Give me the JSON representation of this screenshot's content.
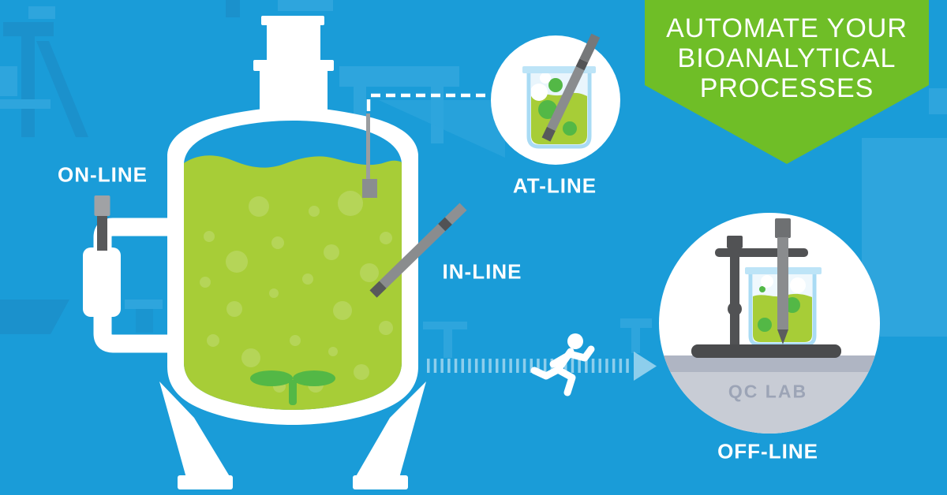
{
  "banner": {
    "lines": [
      "AUTOMATE YOUR",
      "BIOANALYTICAL",
      "PROCESSES"
    ]
  },
  "labels": {
    "online": "ON-LINE",
    "inline": "IN-LINE",
    "atline": "AT-LINE",
    "offline": "OFF-LINE",
    "qc_lab": "QC LAB"
  },
  "icons": {
    "bioreactor-tank-icon": "white stirred-tank vessel with green culture liquid and impeller",
    "on-line-probe-icon": "gray sensor probe in external sampling loop",
    "in-line-probe-icon": "gray angled sensor probe inserted through vessel wall",
    "headspace-sensor-icon": "gray dip sensor hanging into liquid from dashed line",
    "at-line-beaker-icon": "beaker with green sample and gray probe",
    "off-line-lab-stand-icon": "retort stand with beaker, probe and QC bench",
    "runner-icon": "white running-person pictogram",
    "arrow-right-icon": "translucent white triangle arrowhead",
    "dashed-transfer-line-icon": "white dashed line to AT-LINE circle",
    "dotted-transfer-line-icon": "white tick-dotted line to OFF-LINE circle",
    "impeller-icon": "green stirrer impeller at tank bottom",
    "banner-ribbon-icon": "green pointed ribbon banner"
  },
  "colors": {
    "bg_blue": "#1A9CD8",
    "bg_light": "#2EA5DD",
    "bg_dark": "#1B91CC",
    "banner_green": "#6FBE27",
    "liquid_green": "#A7CD37",
    "accent_green": "#53B846",
    "probe_gray": "#8A8C8E",
    "probe_dark": "#58595B",
    "probe_light": "#A0A2A5",
    "beaker_blue": "#A9DBF4",
    "beaker_rim": "#BDE4F7",
    "beaker_fill": "#E9F5FC",
    "stand_gray": "#515254",
    "base_gray": "#4A4B4D",
    "bench_top": "#AFB5C3",
    "bench_front": "#C8CCD5",
    "qc_text": "#9CA4B6",
    "white": "#FFFFFF"
  }
}
